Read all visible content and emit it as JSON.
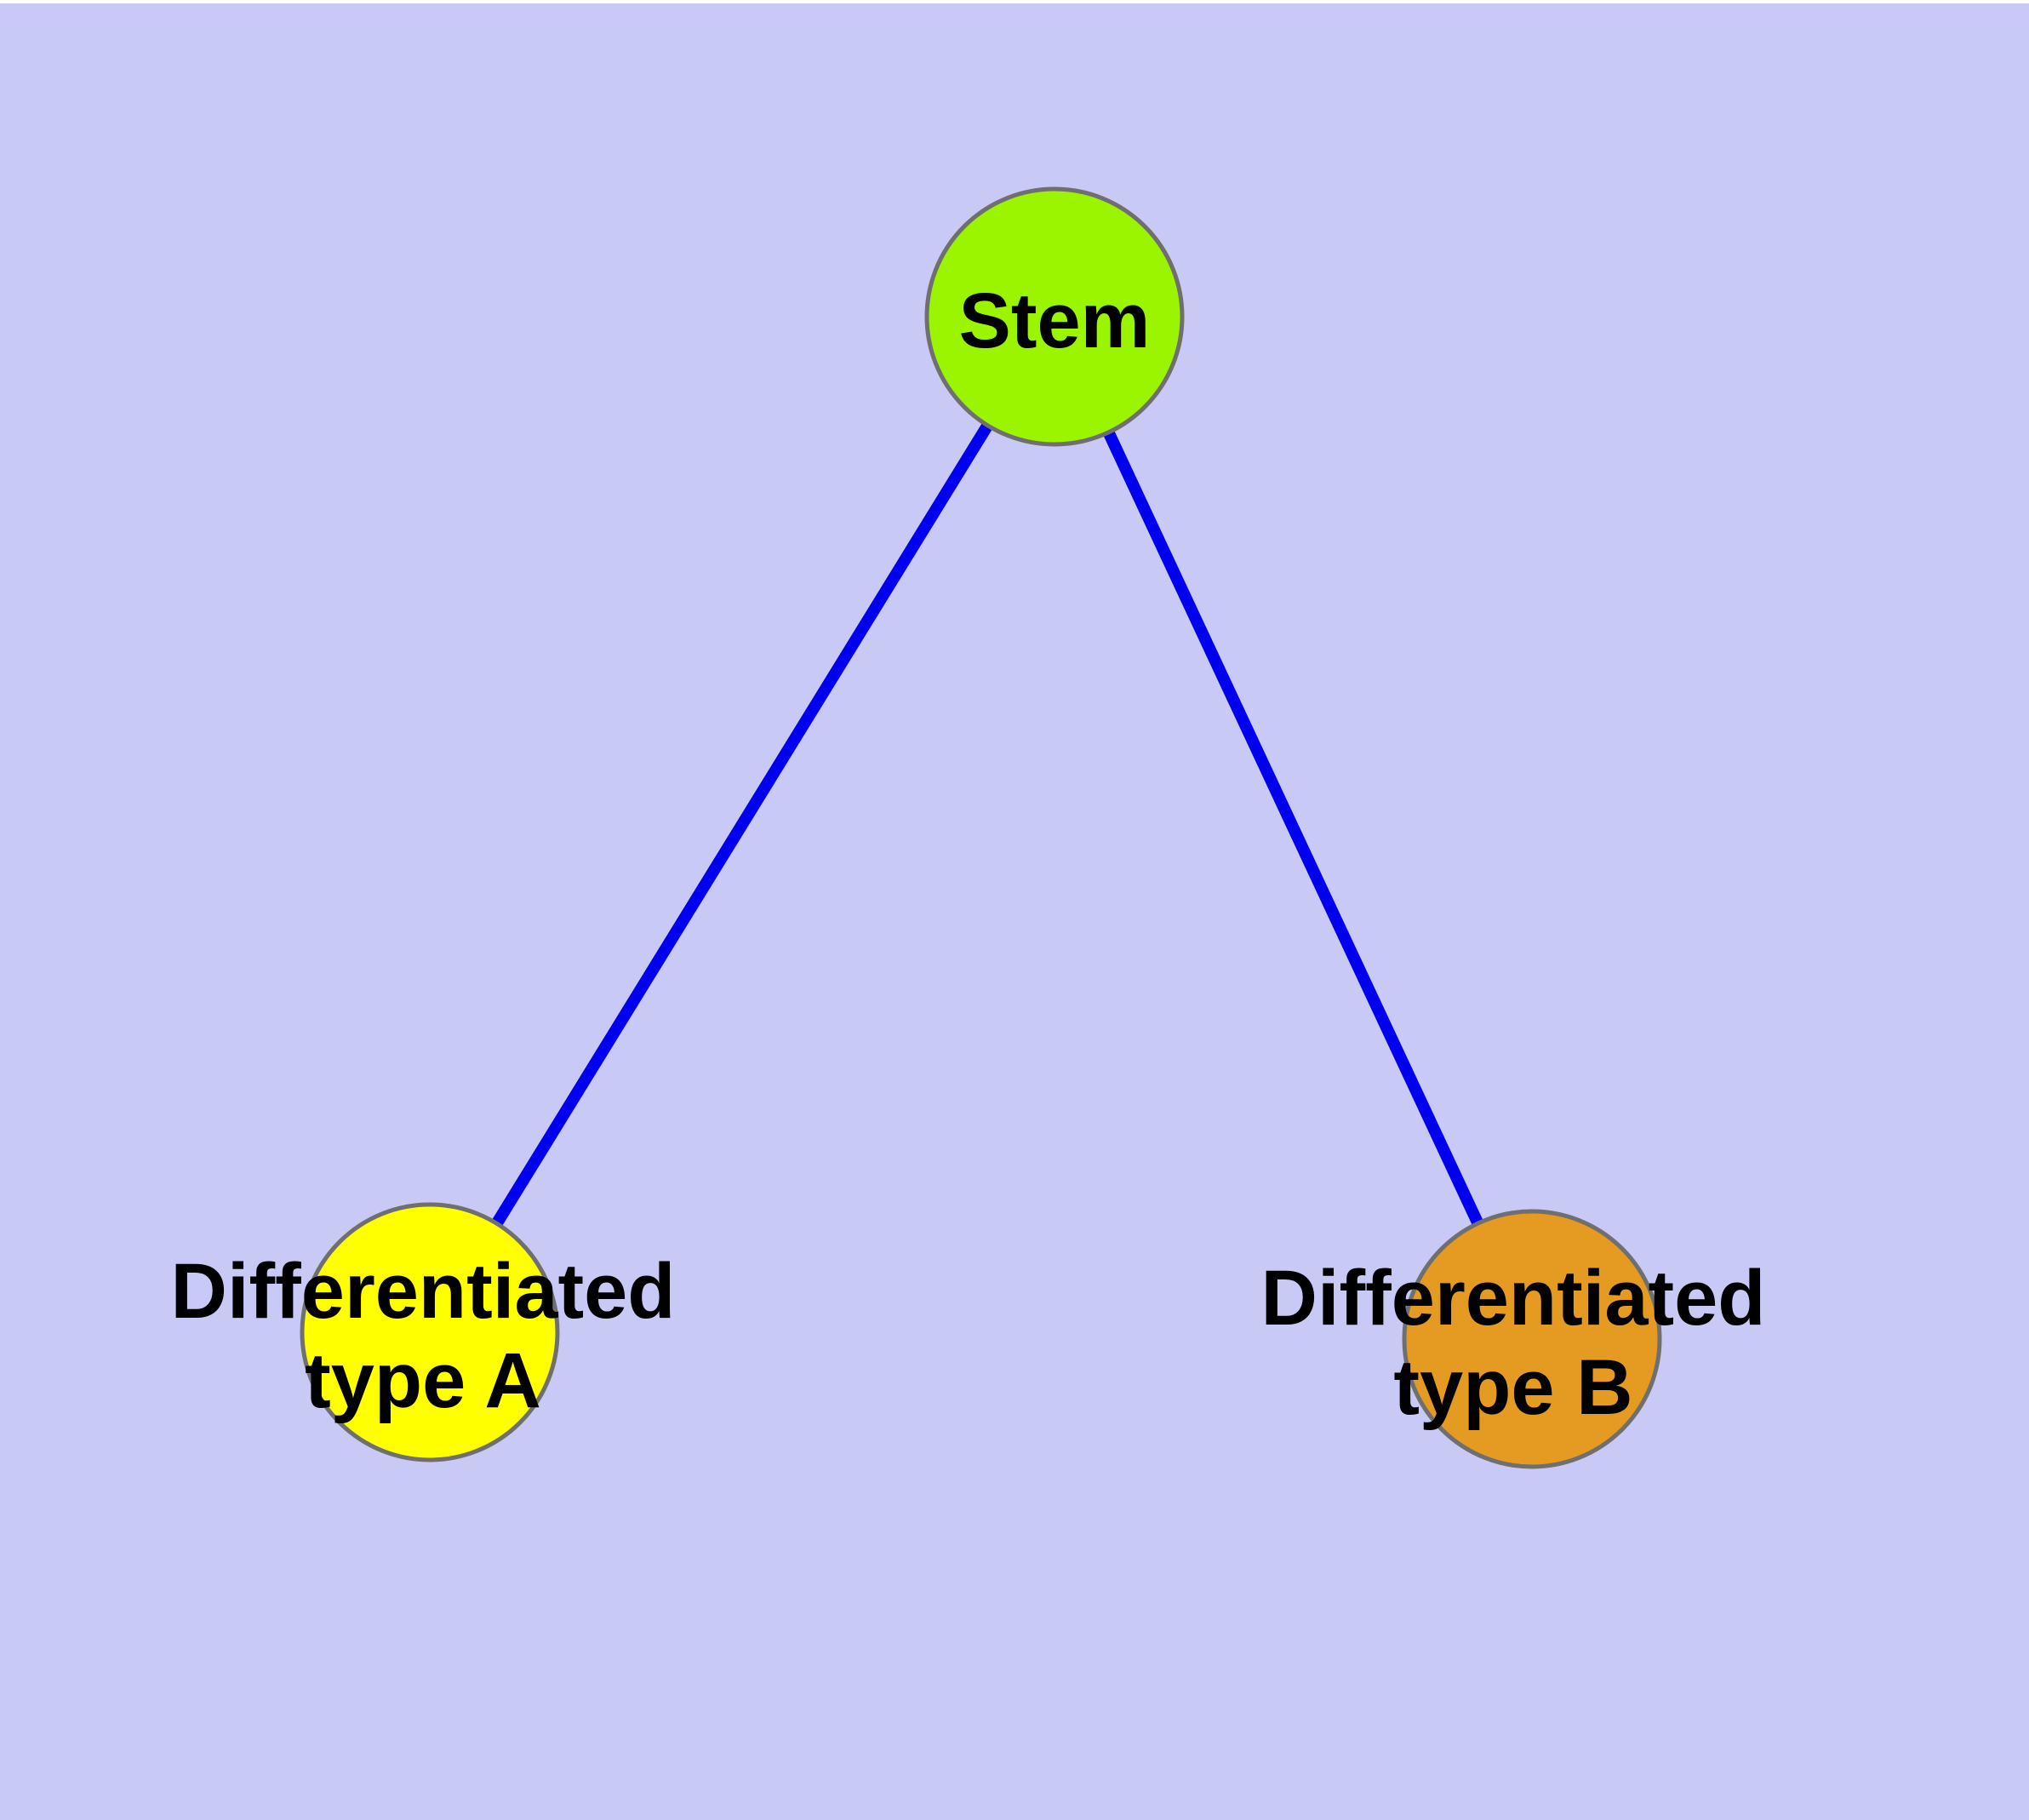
{
  "diagram": {
    "background_color": "#C9C9F6",
    "top_edge_color": "#FFFFFF",
    "edge_color": "#0000EE",
    "node_border_color": "#6F6F6F",
    "label_color": "#000000",
    "nodes": [
      {
        "id": "stem",
        "label": "Stem",
        "label_line1": "Stem",
        "label_line2": "",
        "fill": "#9BF500"
      },
      {
        "id": "type_a",
        "label": "Differentiated type A",
        "label_line1": "Differentiated",
        "label_line2": "type A",
        "fill": "#FFFF00"
      },
      {
        "id": "type_b",
        "label": "Differentiated type B",
        "label_line1": "Differentiated",
        "label_line2": "type B",
        "fill": "#E59B22"
      }
    ],
    "edges": [
      {
        "from": "Stem",
        "to": "Differentiated type A"
      },
      {
        "from": "Stem",
        "to": "Differentiated type B"
      }
    ]
  }
}
